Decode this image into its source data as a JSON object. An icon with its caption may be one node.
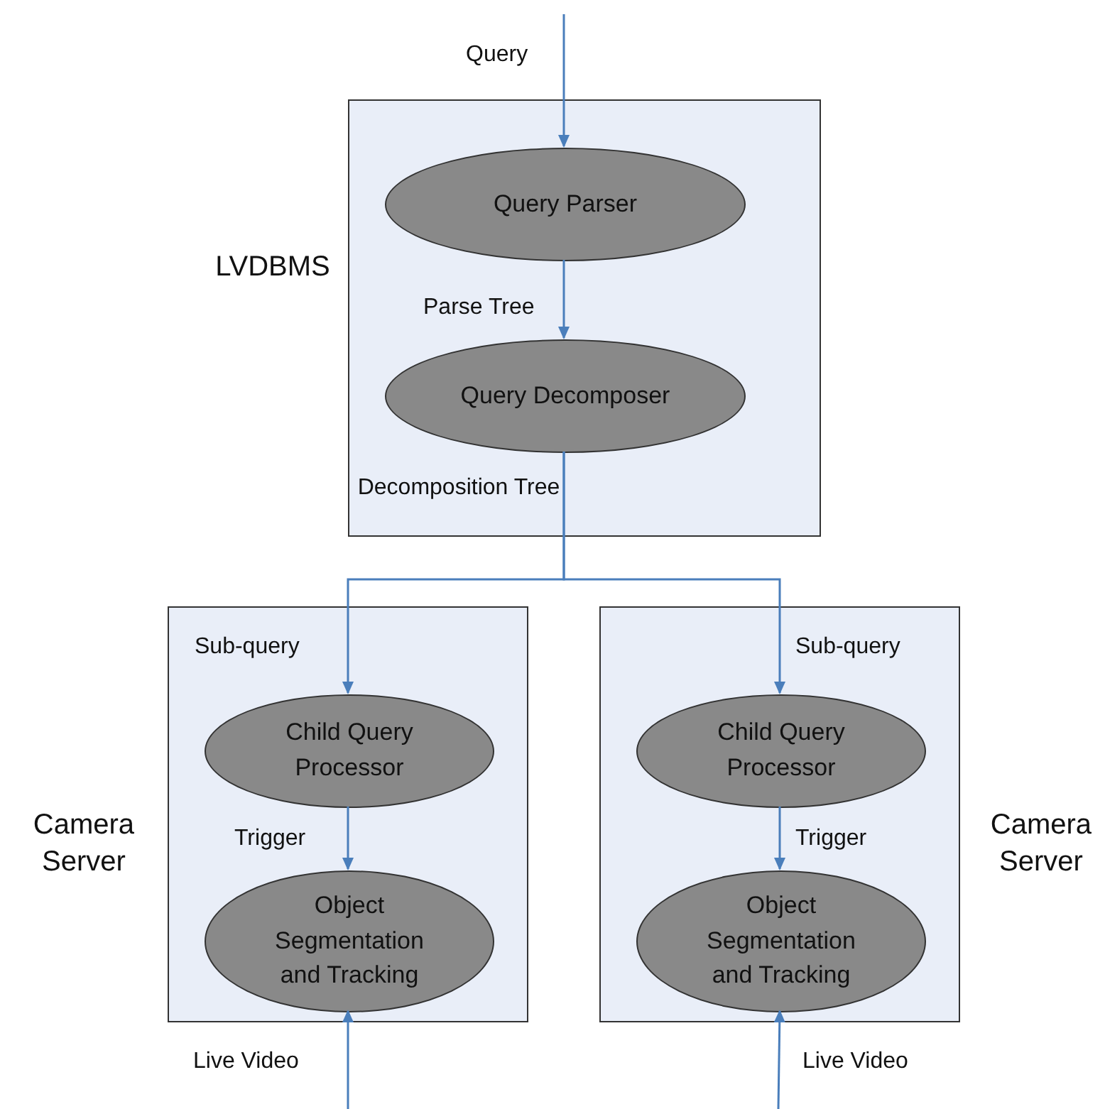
{
  "diagram": {
    "nodes": [
      {
        "text": [
          "LVDBMS"
        ]
      },
      {
        "text": [
          "Query Parser"
        ],
        "in": 0
      },
      {
        "text": [
          "Query Decomposer"
        ],
        "in": 0
      },
      {
        "text": [
          "Camera Server"
        ]
      },
      {
        "text": [
          "Child Query Processor"
        ],
        "in": 3
      },
      {
        "text": [
          "Object Segmentation and Tracking"
        ],
        "in": 3
      },
      {
        "text": [
          "Camera Server"
        ]
      },
      {
        "text": [
          "Child Query Processor"
        ],
        "in": 6
      },
      {
        "text": [
          "Object Segmentation and Tracking"
        ],
        "in": 6
      }
    ],
    "edges": [
      {
        "from": null,
        "to": 1,
        "arrow": "to",
        "label": "Query"
      },
      {
        "from": 1,
        "to": 2,
        "arrow": "to",
        "label": "Parse Tree"
      },
      {
        "from": 2,
        "to": 4,
        "arrow": "to",
        "label": "Sub-query"
      },
      {
        "from": 2,
        "to": 7,
        "arrow": "to",
        "label": "Sub-query"
      },
      {
        "from": 4,
        "to": 5,
        "arrow": "to",
        "label": "Trigger"
      },
      {
        "from": 7,
        "to": 8,
        "arrow": "to",
        "label": "Trigger"
      },
      {
        "from": null,
        "to": 5,
        "arrow": "to",
        "label": "Live Video"
      },
      {
        "from": null,
        "to": 8,
        "arrow": "to",
        "label": "Live Video"
      }
    ],
    "labels": [
      "Decomposition Tree"
    ]
  }
}
